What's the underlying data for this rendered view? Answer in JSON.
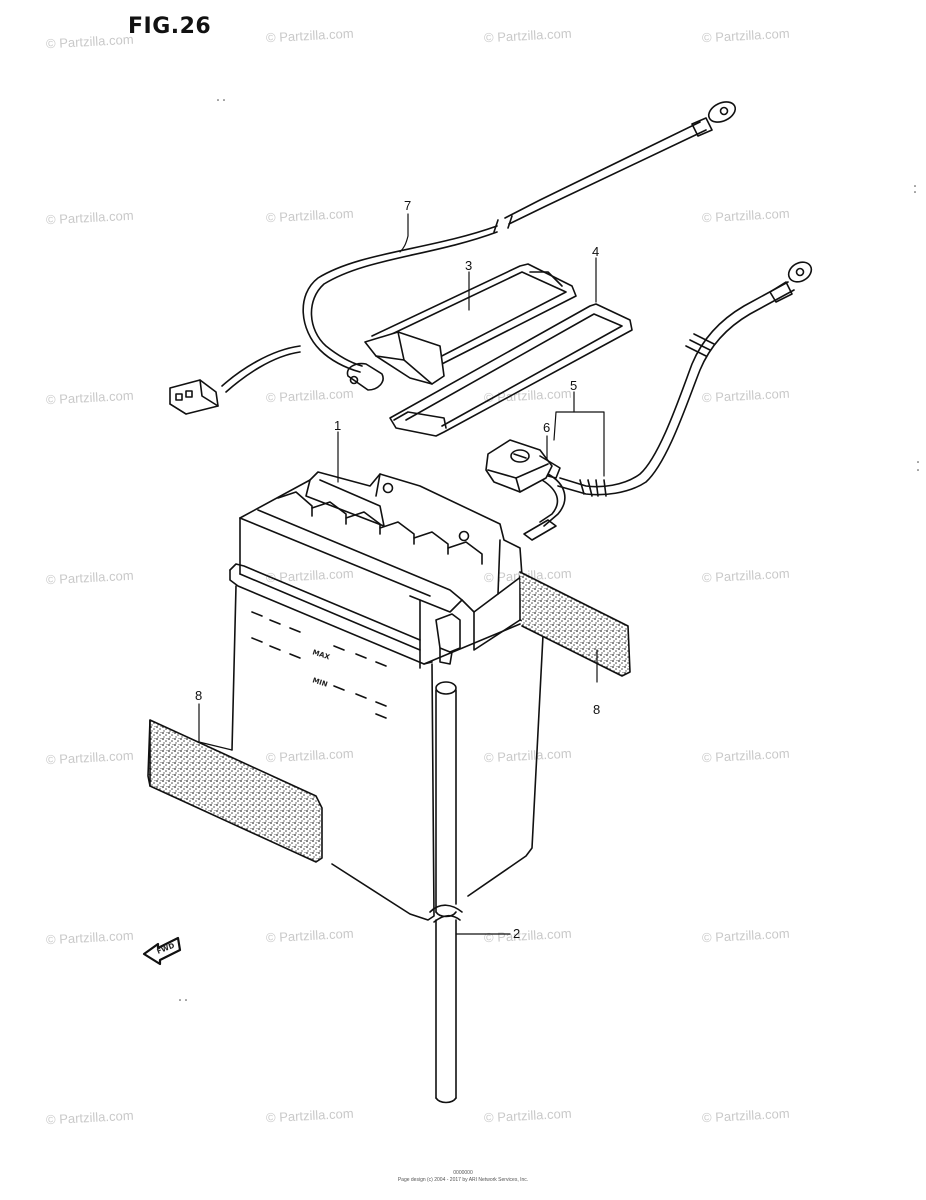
{
  "figure": {
    "title": "FIG.26"
  },
  "watermark": {
    "text": "© Partzilla.com"
  },
  "callouts": {
    "c1": "1",
    "c2": "2",
    "c3": "3",
    "c4": "4",
    "c5": "5",
    "c6": "6",
    "c7": "7",
    "c8a": "8",
    "c8b": "8"
  },
  "battery": {
    "max_label": "MAX",
    "min_label": "MIN"
  },
  "arrow": {
    "label": "FWD"
  },
  "footer": {
    "code": "0000000",
    "credit": "Page design (c) 2004 - 2017 by ARI Network Services, Inc."
  }
}
